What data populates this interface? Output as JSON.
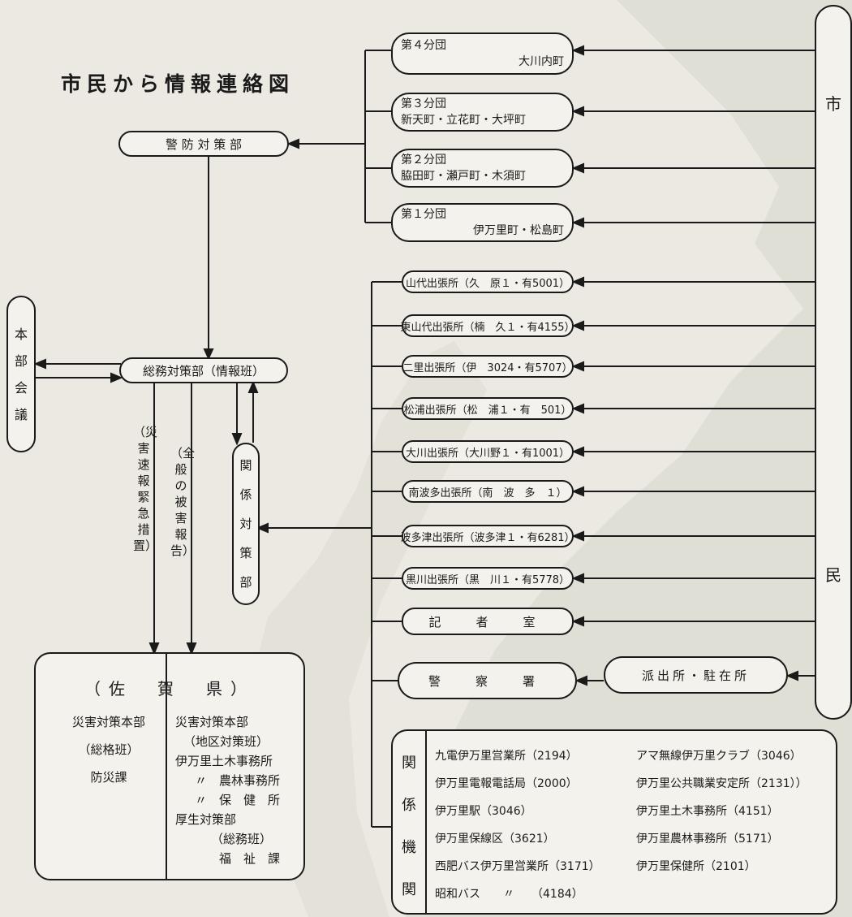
{
  "title": "市民から情報連絡図",
  "citizens": {
    "top": "市",
    "bottom": "民"
  },
  "keibou": "警 防 対 策 部",
  "honbu": "本部会議",
  "soumu": "総務対策部（情報班）",
  "route_left": "（災害速報緊急措置）",
  "route_right": "（全般の被害報告）",
  "kankei_taisaku": "関係対策部",
  "units": [
    {
      "name": "第４分団",
      "area": "大川内町"
    },
    {
      "name": "第３分団",
      "area": "新天町・立花町・大坪町"
    },
    {
      "name": "第２分団",
      "area": "脇田町・瀬戸町・木須町"
    },
    {
      "name": "第１分団",
      "area": "伊万里町・松島町"
    }
  ],
  "branches": [
    "山代出張所（久　原１・有5001）",
    "東山代出張所（楠　久１・有4155）",
    "二里出張所（伊　3024・有5707）",
    "松浦出張所（松　浦１・有　501）",
    "大川出張所（大川野１・有1001）",
    "南波多出張所（南　波　多　１）",
    "波多津出張所（波多津１・有6281）",
    "黒川出張所（黒　川１・有5778）"
  ],
  "press": "記　者　室",
  "police": "警　察　署",
  "koban": "派出所・駐在所",
  "saga": {
    "title": "（佐　賀　県）",
    "left": [
      "災害対策本部",
      "（総格班）",
      "防災課"
    ],
    "right": [
      "災害対策本部",
      "（地区対策班）",
      "伊万里土木事務所",
      "〃　農林事務所",
      "〃　保　健　所",
      "厚生対策部",
      "（総務班）",
      "福　祉　課"
    ]
  },
  "kankei_kikan": {
    "label": "関係機関",
    "col1": [
      "九電伊万里営業所（2194）",
      "伊万里電報電話局（2000）",
      "伊万里駅（3046）",
      "伊万里保線区（3621）",
      "西肥バス伊万里営業所（3171）",
      "昭和バス　　〃　　（4184）"
    ],
    "col2": [
      "アマ無線伊万里クラブ（3046）",
      "伊万里公共職業安定所（2131））",
      "伊万里土木事務所（4151）",
      "伊万里農林事務所（5171）",
      "伊万里保健所（2101）"
    ]
  }
}
